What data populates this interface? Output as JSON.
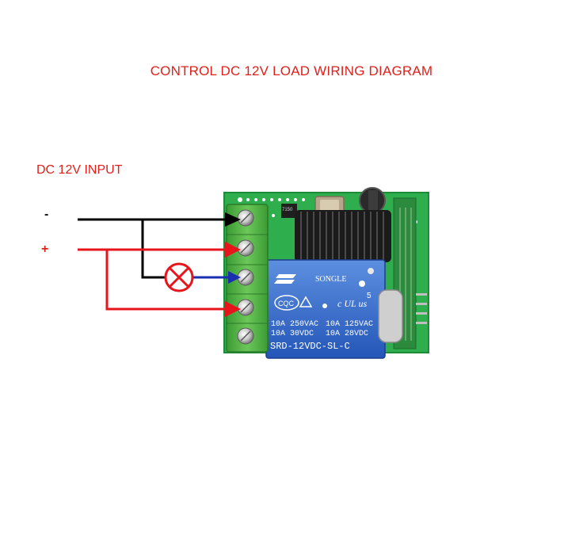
{
  "title": "CONTROL DC 12V LOAD WIRING DIAGRAM",
  "input_label": "DC 12V INPUT",
  "minus_label": "-",
  "plus_label": "+",
  "relay": {
    "brand": "SONGLE",
    "cert": "CQC",
    "ul": "c UL us",
    "rating_1": "10A 250VAC",
    "rating_2": "10A 125VAC",
    "rating_3": "10A 30VDC",
    "rating_4": "10A 28VDC",
    "model": "SRD-12VDC-SL-C",
    "pin_count": "5"
  },
  "chip_label": "7150",
  "colors": {
    "title": "#e0201c",
    "negative_wire": "#000000",
    "positive_wire": "#e8141b",
    "load_wire": "#1a2fb0",
    "pcb": "#2aa84a",
    "relay": "#2f68c8",
    "terminal": "#55b845"
  },
  "icons": [
    "lamp-load-icon",
    "ground-screw-icon"
  ]
}
